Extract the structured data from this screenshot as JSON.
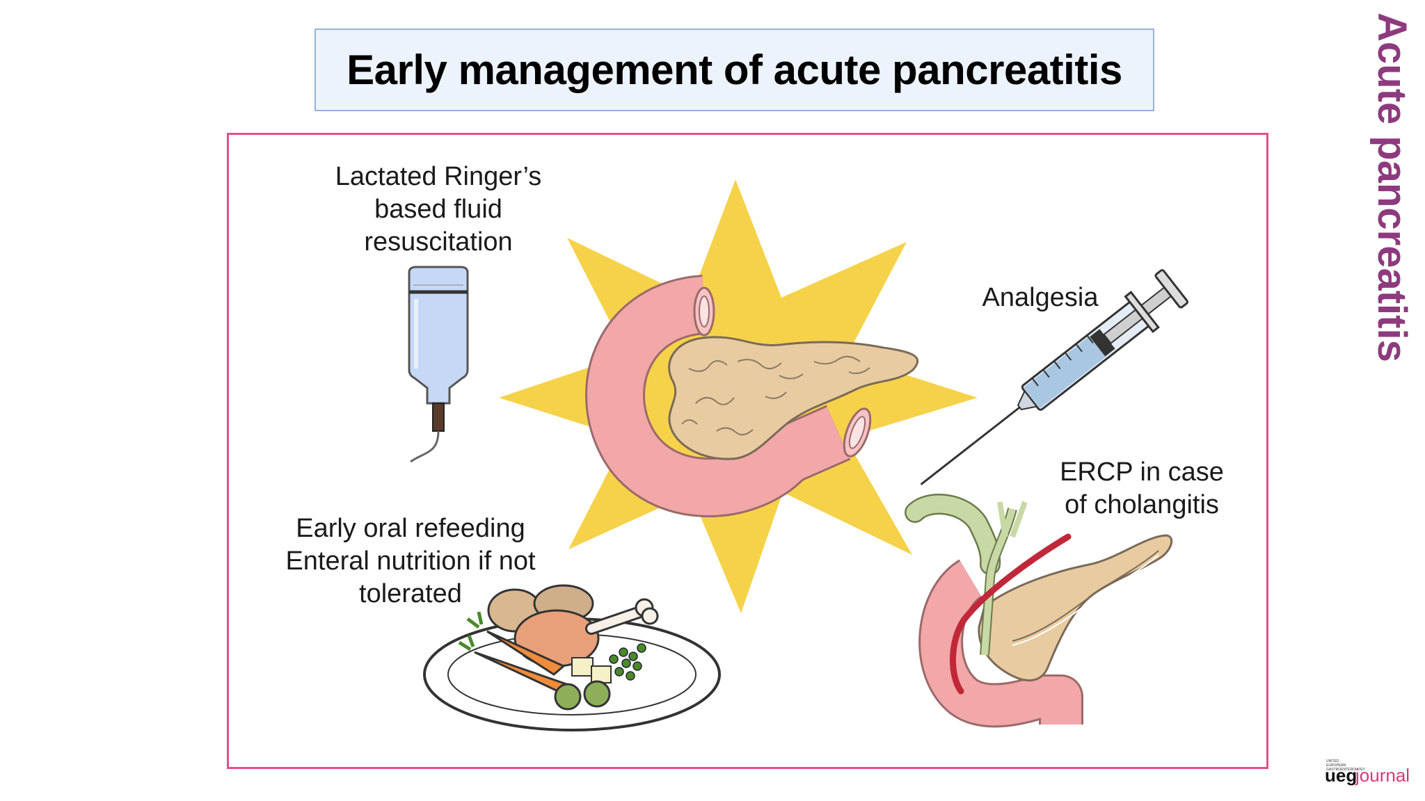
{
  "title": "Early management of acute pancreatitis",
  "side_title": "Acute pancreatitis",
  "items": {
    "fluid": {
      "lines": [
        "Lactated Ringer’s",
        "based fluid",
        "resuscitation"
      ]
    },
    "analgesia": {
      "lines": [
        "Analgesia"
      ]
    },
    "ercp": {
      "lines": [
        "ERCP in case",
        "of cholangitis"
      ]
    },
    "feeding": {
      "lines": [
        "Early oral refeeding",
        "Enteral nutrition if not",
        "tolerated"
      ]
    }
  },
  "logo": {
    "small_text": "UNITED EUROPEAN GASTROENTEROLOGY",
    "ueg": "ueg",
    "journal": "journal"
  },
  "colors": {
    "title_bg": "#edf3fc",
    "title_border": "#9ab0d6",
    "frame_border": "#e0508a",
    "side_title": "#8e3a7e",
    "star": "#f6d24a",
    "duodenum": "#f2a7a8",
    "pancreas": "#e8cba0"
  },
  "icons": [
    "iv-fluid-bag-icon",
    "syringe-icon",
    "pancreas-star-icon",
    "ercp-anatomy-icon",
    "food-plate-icon"
  ]
}
